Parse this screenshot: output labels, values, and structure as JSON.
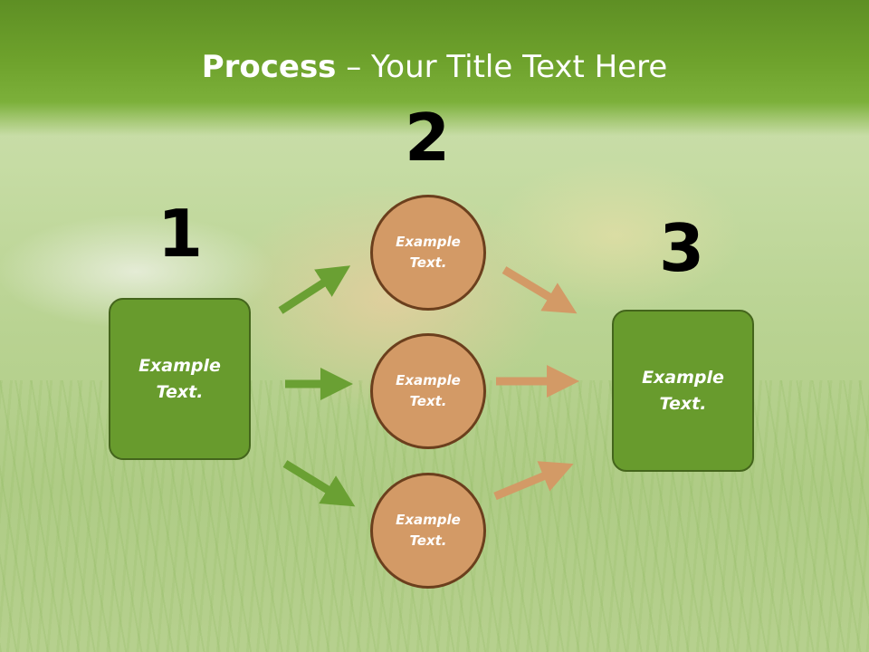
{
  "slide": {
    "title_bold": "Process",
    "title_rest": " – Your Title Text Here"
  },
  "steps": {
    "one": "1",
    "two": "2",
    "three": "3"
  },
  "nodes": {
    "left_box": "Example\nText.",
    "circle_top": "Example\nText.",
    "circle_middle": "Example\nText.",
    "circle_bottom": "Example\nText.",
    "right_box": "Example\nText."
  },
  "colors": {
    "header_green": "#6ea22c",
    "box_fill": "#689b2d",
    "box_border": "#44651c",
    "circle_fill": "#d39a66",
    "circle_border": "#6b3f1d",
    "green_arrow": "#6aa033",
    "tan_arrow": "#d39a66"
  }
}
